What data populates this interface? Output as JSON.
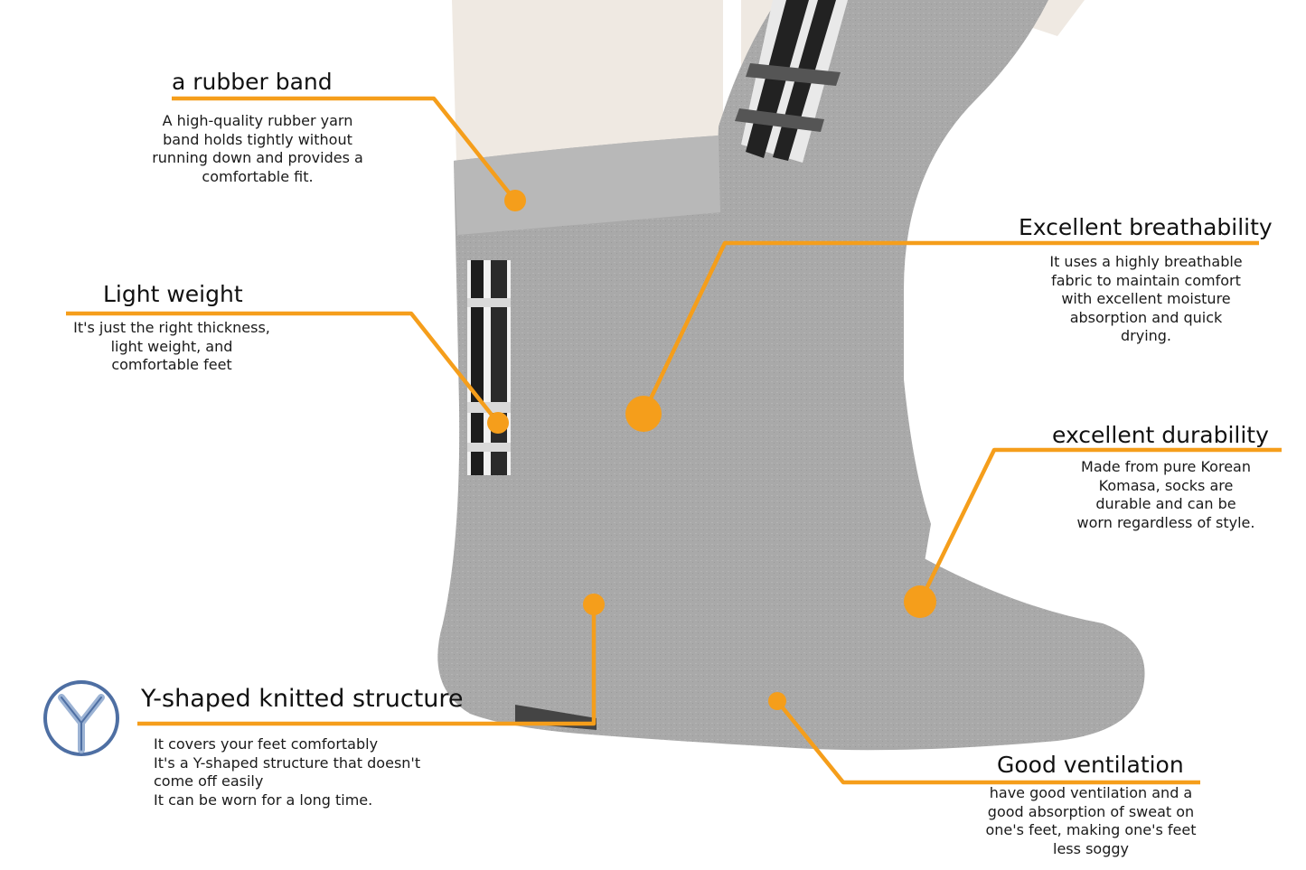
{
  "colors": {
    "accent": "#f59e1b",
    "sock": "#a6a6a6",
    "sock_dark": "#8c8c8c",
    "leg": "#efe9e2",
    "logo": "#4e6fa3"
  },
  "logo": {
    "icon": "y-structure-logo-icon"
  },
  "callouts": [
    {
      "id": "rubber-band",
      "title": "a rubber band",
      "description": "A high-quality rubber yarn\nband holds tightly without\nrunning down and provides a\ncomfortable fit."
    },
    {
      "id": "light-weight",
      "title": "Light weight",
      "description": "It's just the right thickness,\nlight weight, and\ncomfortable feet"
    },
    {
      "id": "breathability",
      "title": "Excellent breathability",
      "description": "It uses a highly breathable\nfabric to maintain comfort\nwith excellent moisture\nabsorption and quick\ndrying."
    },
    {
      "id": "durability",
      "title": "excellent durability",
      "description": "Made from pure Korean\nKomasa, socks are\ndurable and can be\nworn regardless of style."
    },
    {
      "id": "y-structure",
      "title": "Y-shaped knitted structure",
      "description": "It covers your feet comfortably\nIt's a Y-shaped structure that doesn't\ncome off easily\nIt can be worn for a long time."
    },
    {
      "id": "ventilation",
      "title": "Good ventilation",
      "description": "have good ventilation and a\ngood absorption of sweat on\none's feet, making one's feet\nless soggy"
    }
  ]
}
